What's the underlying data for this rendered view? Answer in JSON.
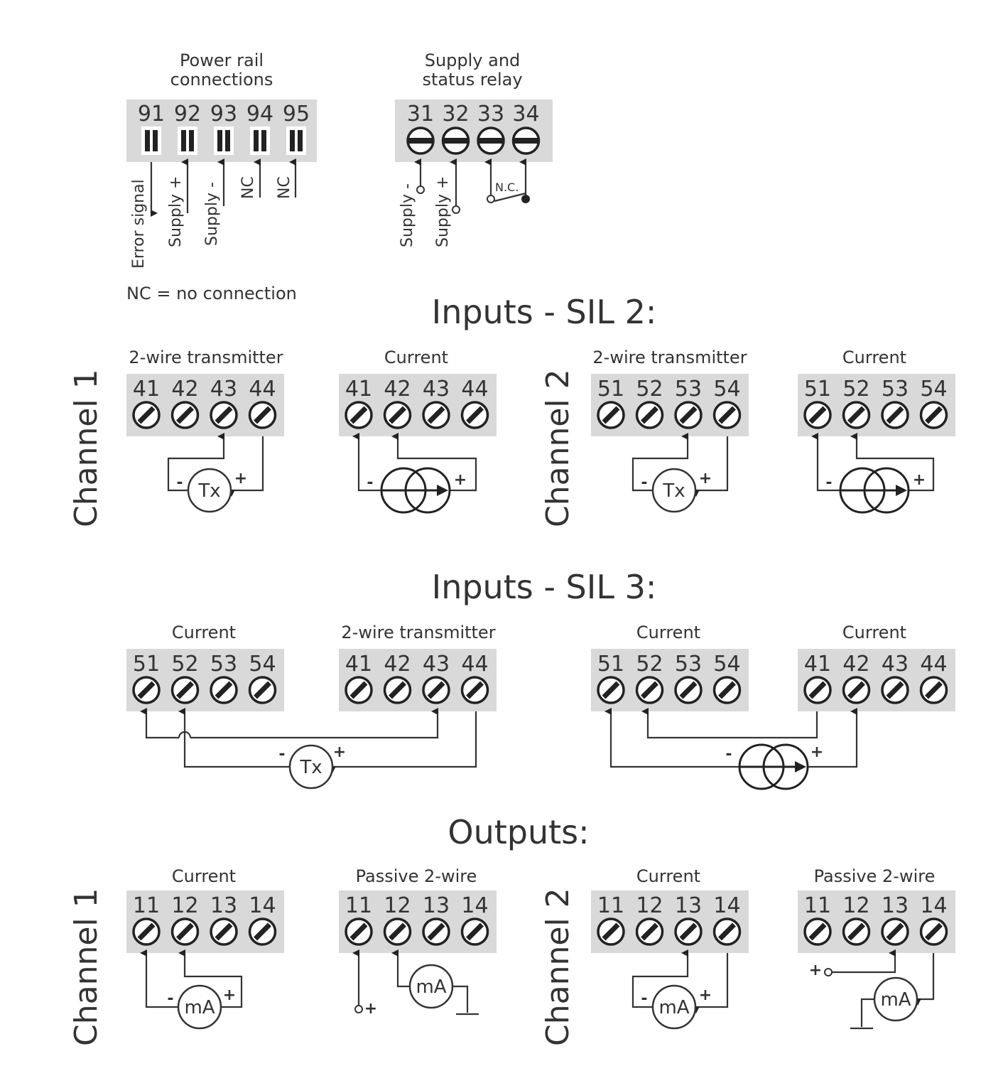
{
  "top": {
    "power_rail": {
      "title": [
        "Power rail",
        "connections"
      ],
      "terminals": [
        "91",
        "92",
        "93",
        "94",
        "95"
      ],
      "signals": [
        "Error signal",
        "Supply +",
        "Supply -",
        "NC",
        "NC"
      ]
    },
    "supply_relay": {
      "title": [
        "Supply and",
        "status relay"
      ],
      "terminals": [
        "31",
        "32",
        "33",
        "34"
      ],
      "signals": [
        "Supply -",
        "Supply +"
      ],
      "relay_label": "N.C."
    },
    "nc_note": "NC = no connection"
  },
  "sections": {
    "sil2": "Inputs - SIL 2:",
    "sil3": "Inputs - SIL 3:",
    "outputs": "Outputs:"
  },
  "channels": {
    "ch1": "Channel 1",
    "ch2": "Channel 2"
  },
  "sil2_blocks": [
    {
      "label": "2-wire transmitter",
      "terminals": [
        "41",
        "42",
        "43",
        "44"
      ]
    },
    {
      "label": "Current",
      "terminals": [
        "41",
        "42",
        "43",
        "44"
      ]
    },
    {
      "label": "2-wire transmitter",
      "terminals": [
        "51",
        "52",
        "53",
        "54"
      ]
    },
    {
      "label": "Current",
      "terminals": [
        "51",
        "52",
        "53",
        "54"
      ]
    }
  ],
  "sil3_blocks": [
    {
      "label": "Current",
      "terminals": [
        "51",
        "52",
        "53",
        "54"
      ]
    },
    {
      "label": "2-wire transmitter",
      "terminals": [
        "41",
        "42",
        "43",
        "44"
      ]
    },
    {
      "label": "Current",
      "terminals": [
        "51",
        "52",
        "53",
        "54"
      ]
    },
    {
      "label": "Current",
      "terminals": [
        "41",
        "42",
        "43",
        "44"
      ]
    }
  ],
  "output_blocks": [
    {
      "label": "Current",
      "terminals": [
        "11",
        "12",
        "13",
        "14"
      ]
    },
    {
      "label": "Passive 2-wire",
      "terminals": [
        "11",
        "12",
        "13",
        "14"
      ]
    },
    {
      "label": "Current",
      "terminals": [
        "11",
        "12",
        "13",
        "14"
      ]
    },
    {
      "label": "Passive 2-wire",
      "terminals": [
        "11",
        "12",
        "13",
        "14"
      ]
    }
  ],
  "symbols": {
    "tx": "Tx",
    "ma": "mA",
    "minus": "-",
    "plus": "+"
  }
}
